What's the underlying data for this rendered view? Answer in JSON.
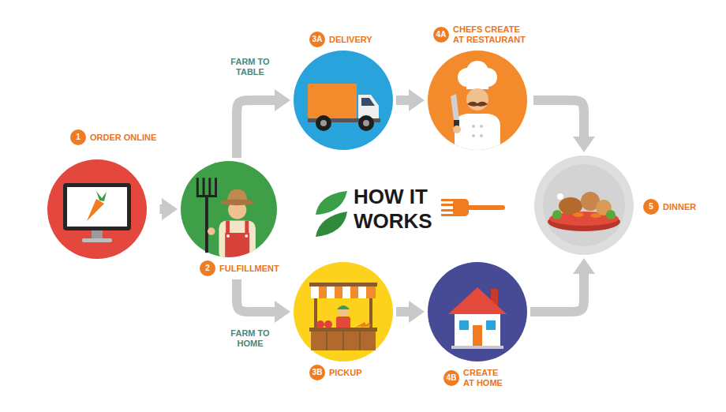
{
  "diagram": {
    "title": "HOW IT WORKS",
    "nodes": [
      {
        "text": [
          "1",
          "ORDER ONLINE"
        ]
      },
      {
        "text": [
          "2",
          "FULFILLMENT"
        ]
      },
      {
        "text": [
          "3A",
          "DELIVERY"
        ]
      },
      {
        "text": [
          "4A",
          "CHEFS CREATE AT RESTAURANT"
        ]
      },
      {
        "text": [
          "3B",
          "PICKUP"
        ]
      },
      {
        "text": [
          "4B",
          "CREATE AT HOME"
        ]
      },
      {
        "text": [
          "5",
          "DINNER"
        ]
      }
    ],
    "edges": [
      {
        "from": 0,
        "to": 1,
        "arrow": "to"
      },
      {
        "from": 1,
        "to": 2,
        "arrow": "to",
        "label": "FARM TO TABLE"
      },
      {
        "from": 2,
        "to": 3,
        "arrow": "to"
      },
      {
        "from": 3,
        "to": 6,
        "arrow": "to"
      },
      {
        "from": 1,
        "to": 4,
        "arrow": "to",
        "label": "FARM TO HOME"
      },
      {
        "from": 4,
        "to": 5,
        "arrow": "to"
      },
      {
        "from": 5,
        "to": 6,
        "arrow": "to"
      }
    ]
  }
}
